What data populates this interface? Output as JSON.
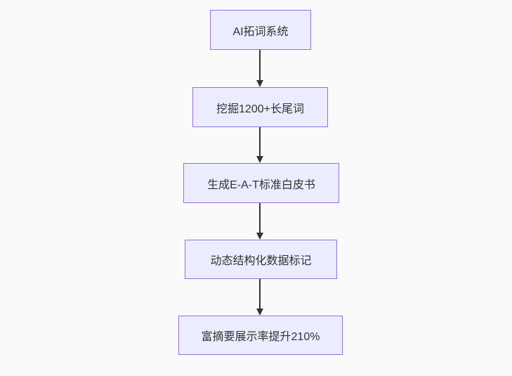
{
  "diagram": {
    "type": "flowchart-vertical",
    "colors": {
      "background": "#fafafa",
      "node_fill": "#ececff",
      "node_border": "#9370db",
      "node_text": "#333333",
      "arrow": "#333333"
    },
    "nodes": [
      {
        "id": "n1",
        "label": "AI拓词系统"
      },
      {
        "id": "n2",
        "label": "挖掘1200+长尾词"
      },
      {
        "id": "n3",
        "label": "生成E-A-T标准白皮书"
      },
      {
        "id": "n4",
        "label": "动态结构化数据标记"
      },
      {
        "id": "n5",
        "label": "富摘要展示率提升210%"
      }
    ],
    "edges": [
      {
        "from": "n1",
        "to": "n2"
      },
      {
        "from": "n2",
        "to": "n3"
      },
      {
        "from": "n3",
        "to": "n4"
      },
      {
        "from": "n4",
        "to": "n5"
      }
    ]
  }
}
